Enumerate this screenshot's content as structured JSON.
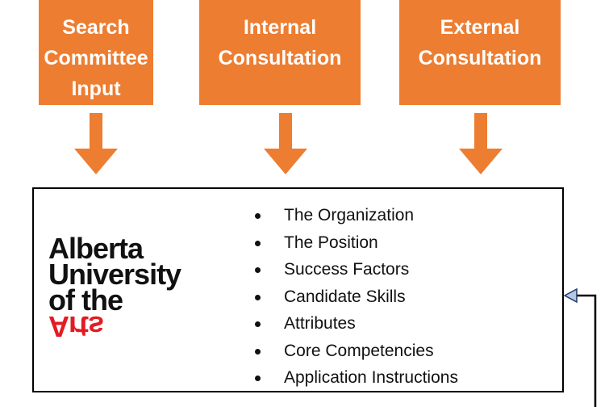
{
  "inputs": [
    {
      "lines": [
        "Search",
        "Committee",
        "Input"
      ]
    },
    {
      "lines": [
        "Internal",
        "Consultation"
      ]
    },
    {
      "lines": [
        "External",
        "Consultation"
      ]
    }
  ],
  "logo": {
    "lines": [
      "Alberta",
      "University",
      "of the",
      "Arts"
    ]
  },
  "sections": [
    "The Organization",
    "The Position",
    "Success Factors",
    "Candidate Skills",
    "Attributes",
    "Core Competencies",
    "Application Instructions"
  ],
  "colors": {
    "input_fill": "#ED7D31",
    "logo_text": "#111111",
    "logo_accent": "#E31B23",
    "connector": "#000000",
    "connector_head": "#B4C7E7"
  }
}
